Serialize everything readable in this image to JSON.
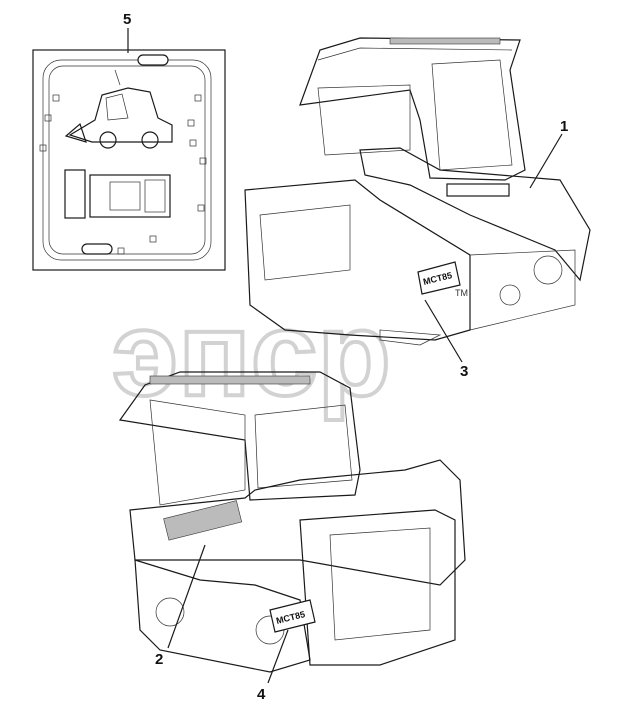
{
  "callouts": [
    "1",
    "2",
    "3",
    "4",
    "5"
  ],
  "decal": {
    "model_text": "MCT85",
    "trademark": "TM"
  },
  "watermark": {
    "text": "эпср"
  },
  "colors": {
    "line": "#1a1a1a",
    "watermark": "#c8c8c8",
    "background": "#ffffff"
  }
}
